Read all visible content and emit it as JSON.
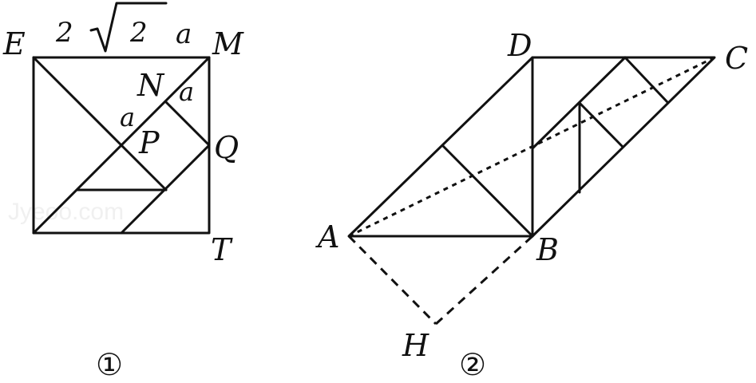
{
  "figure1": {
    "caption": "①",
    "side_length": {
      "coefficient": "2",
      "radical": "2",
      "variable": "a"
    },
    "labels": {
      "E": "E",
      "M": "M",
      "N": "N",
      "P": "P",
      "Q": "Q",
      "T": "T"
    },
    "segment_a_1": "a",
    "segment_a_2": "a"
  },
  "figure2": {
    "caption": "②",
    "labels": {
      "A": "A",
      "B": "B",
      "C": "C",
      "D": "D",
      "H": "H"
    }
  },
  "watermark": "Jyeoo.com"
}
